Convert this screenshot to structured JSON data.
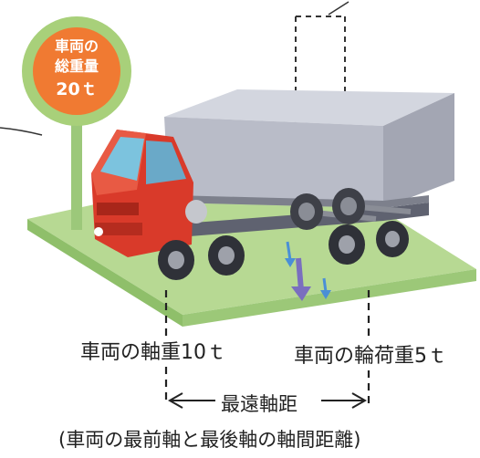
{
  "sign": {
    "line1": "車両の",
    "line2": "総重量",
    "line3": "20ｔ"
  },
  "labels": {
    "axle_weight": "車両の軸重10ｔ",
    "wheel_load": "車両の輪荷重5ｔ",
    "max_axle_distance": "最遠軸距",
    "max_axle_distance_note": "(車両の最前軸と最後軸の軸間距離)"
  },
  "colors": {
    "sign_fill": "#f07a32",
    "sign_ring": "#a8d07a",
    "ground": "#a9cf84",
    "cab": "#d93a2a",
    "cargo_box": "#b9bcc8",
    "arrow": "#4a8fd6",
    "arrow_dark": "#7a6fbf"
  }
}
